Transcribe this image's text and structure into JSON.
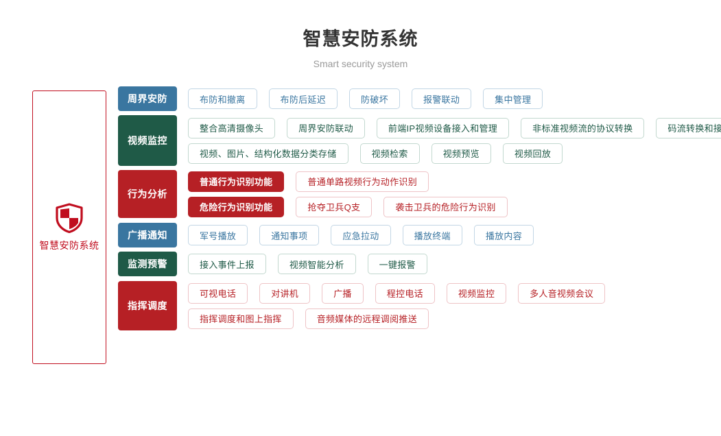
{
  "header": {
    "title": "智慧安防系统",
    "subtitle": "Smart security system"
  },
  "left_panel": {
    "icon": "shield-icon",
    "label": "智慧安防系统",
    "border_color": "#c00d1e",
    "icon_color": "#c00d1e"
  },
  "colors": {
    "blue": "#3a76a0",
    "green": "#1f5a47",
    "red": "#b62025",
    "title": "#333333",
    "subtitle": "#9a9a9a"
  },
  "rows": [
    {
      "category": "周界安防",
      "color": "blue",
      "lines": [
        [
          {
            "label": "布防和撤离",
            "style": "blue"
          },
          {
            "label": "布防后延迟",
            "style": "blue"
          },
          {
            "label": "防破坏",
            "style": "blue"
          },
          {
            "label": "报警联动",
            "style": "blue"
          },
          {
            "label": "集中管理",
            "style": "blue"
          }
        ]
      ]
    },
    {
      "category": "视频监控",
      "color": "green",
      "lines": [
        [
          {
            "label": "整合高清摄像头",
            "style": "green"
          },
          {
            "label": "周界安防联动",
            "style": "green"
          },
          {
            "label": "前端IP视频设备接入和管理",
            "style": "green"
          },
          {
            "label": "非标准视频流的协议转换",
            "style": "green"
          },
          {
            "label": "码流转换和接口转换",
            "style": "green"
          }
        ],
        [
          {
            "label": "视频、图片、结构化数据分类存储",
            "style": "green"
          },
          {
            "label": "视频检索",
            "style": "green"
          },
          {
            "label": "视频预览",
            "style": "green"
          },
          {
            "label": "视频回放",
            "style": "green"
          }
        ]
      ]
    },
    {
      "category": "行为分析",
      "color": "red",
      "lines": [
        [
          {
            "label": "普通行为识别功能",
            "style": "solid-red"
          },
          {
            "label": "普通单路视频行为动作识别",
            "style": "red"
          }
        ],
        [
          {
            "label": "危险行为识别功能",
            "style": "solid-red"
          },
          {
            "label": "抢夺卫兵Q支",
            "style": "red"
          },
          {
            "label": "袭击卫兵的危险行为识别",
            "style": "red"
          }
        ]
      ]
    },
    {
      "category": "广播通知",
      "color": "blue",
      "lines": [
        [
          {
            "label": "军号播放",
            "style": "blue"
          },
          {
            "label": "通知事项",
            "style": "blue"
          },
          {
            "label": "应急拉动",
            "style": "blue"
          },
          {
            "label": "播放终端",
            "style": "blue"
          },
          {
            "label": "播放内容",
            "style": "blue"
          }
        ]
      ]
    },
    {
      "category": "监测预警",
      "color": "green",
      "lines": [
        [
          {
            "label": "接入事件上报",
            "style": "green"
          },
          {
            "label": "视频智能分析",
            "style": "green"
          },
          {
            "label": "一键报警",
            "style": "green"
          }
        ]
      ]
    },
    {
      "category": "指挥调度",
      "color": "red",
      "lines": [
        [
          {
            "label": "可视电话",
            "style": "red"
          },
          {
            "label": "对讲机",
            "style": "red"
          },
          {
            "label": "广播",
            "style": "red"
          },
          {
            "label": "程控电话",
            "style": "red"
          },
          {
            "label": "视频监控",
            "style": "red"
          },
          {
            "label": "多人音视频会议",
            "style": "red"
          }
        ],
        [
          {
            "label": "指挥调度和图上指挥",
            "style": "red"
          },
          {
            "label": "音频媒体的远程调阅推送",
            "style": "red"
          }
        ]
      ]
    }
  ]
}
